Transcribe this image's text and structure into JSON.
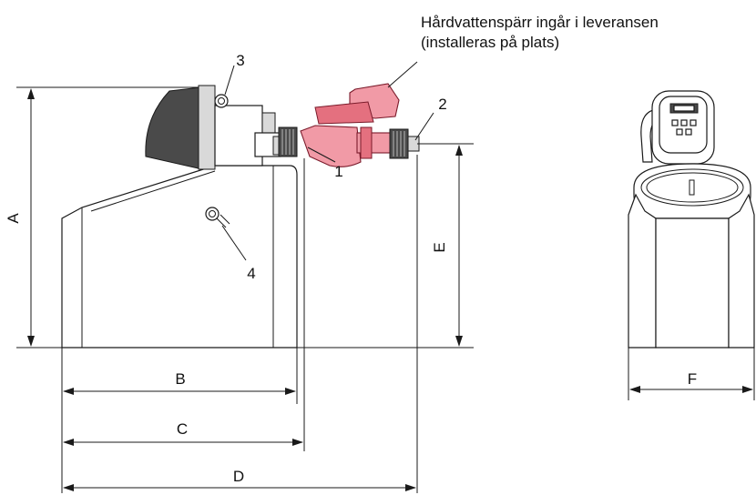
{
  "note": {
    "line1": "Hårdvattenspärr ingår i leveransen",
    "line2": "(installeras på plats)"
  },
  "callouts": {
    "c1": "1",
    "c2": "2",
    "c3": "3",
    "c4": "4"
  },
  "dimensions": {
    "A": "A",
    "B": "B",
    "C": "C",
    "D": "D",
    "E": "E",
    "F": "F"
  }
}
